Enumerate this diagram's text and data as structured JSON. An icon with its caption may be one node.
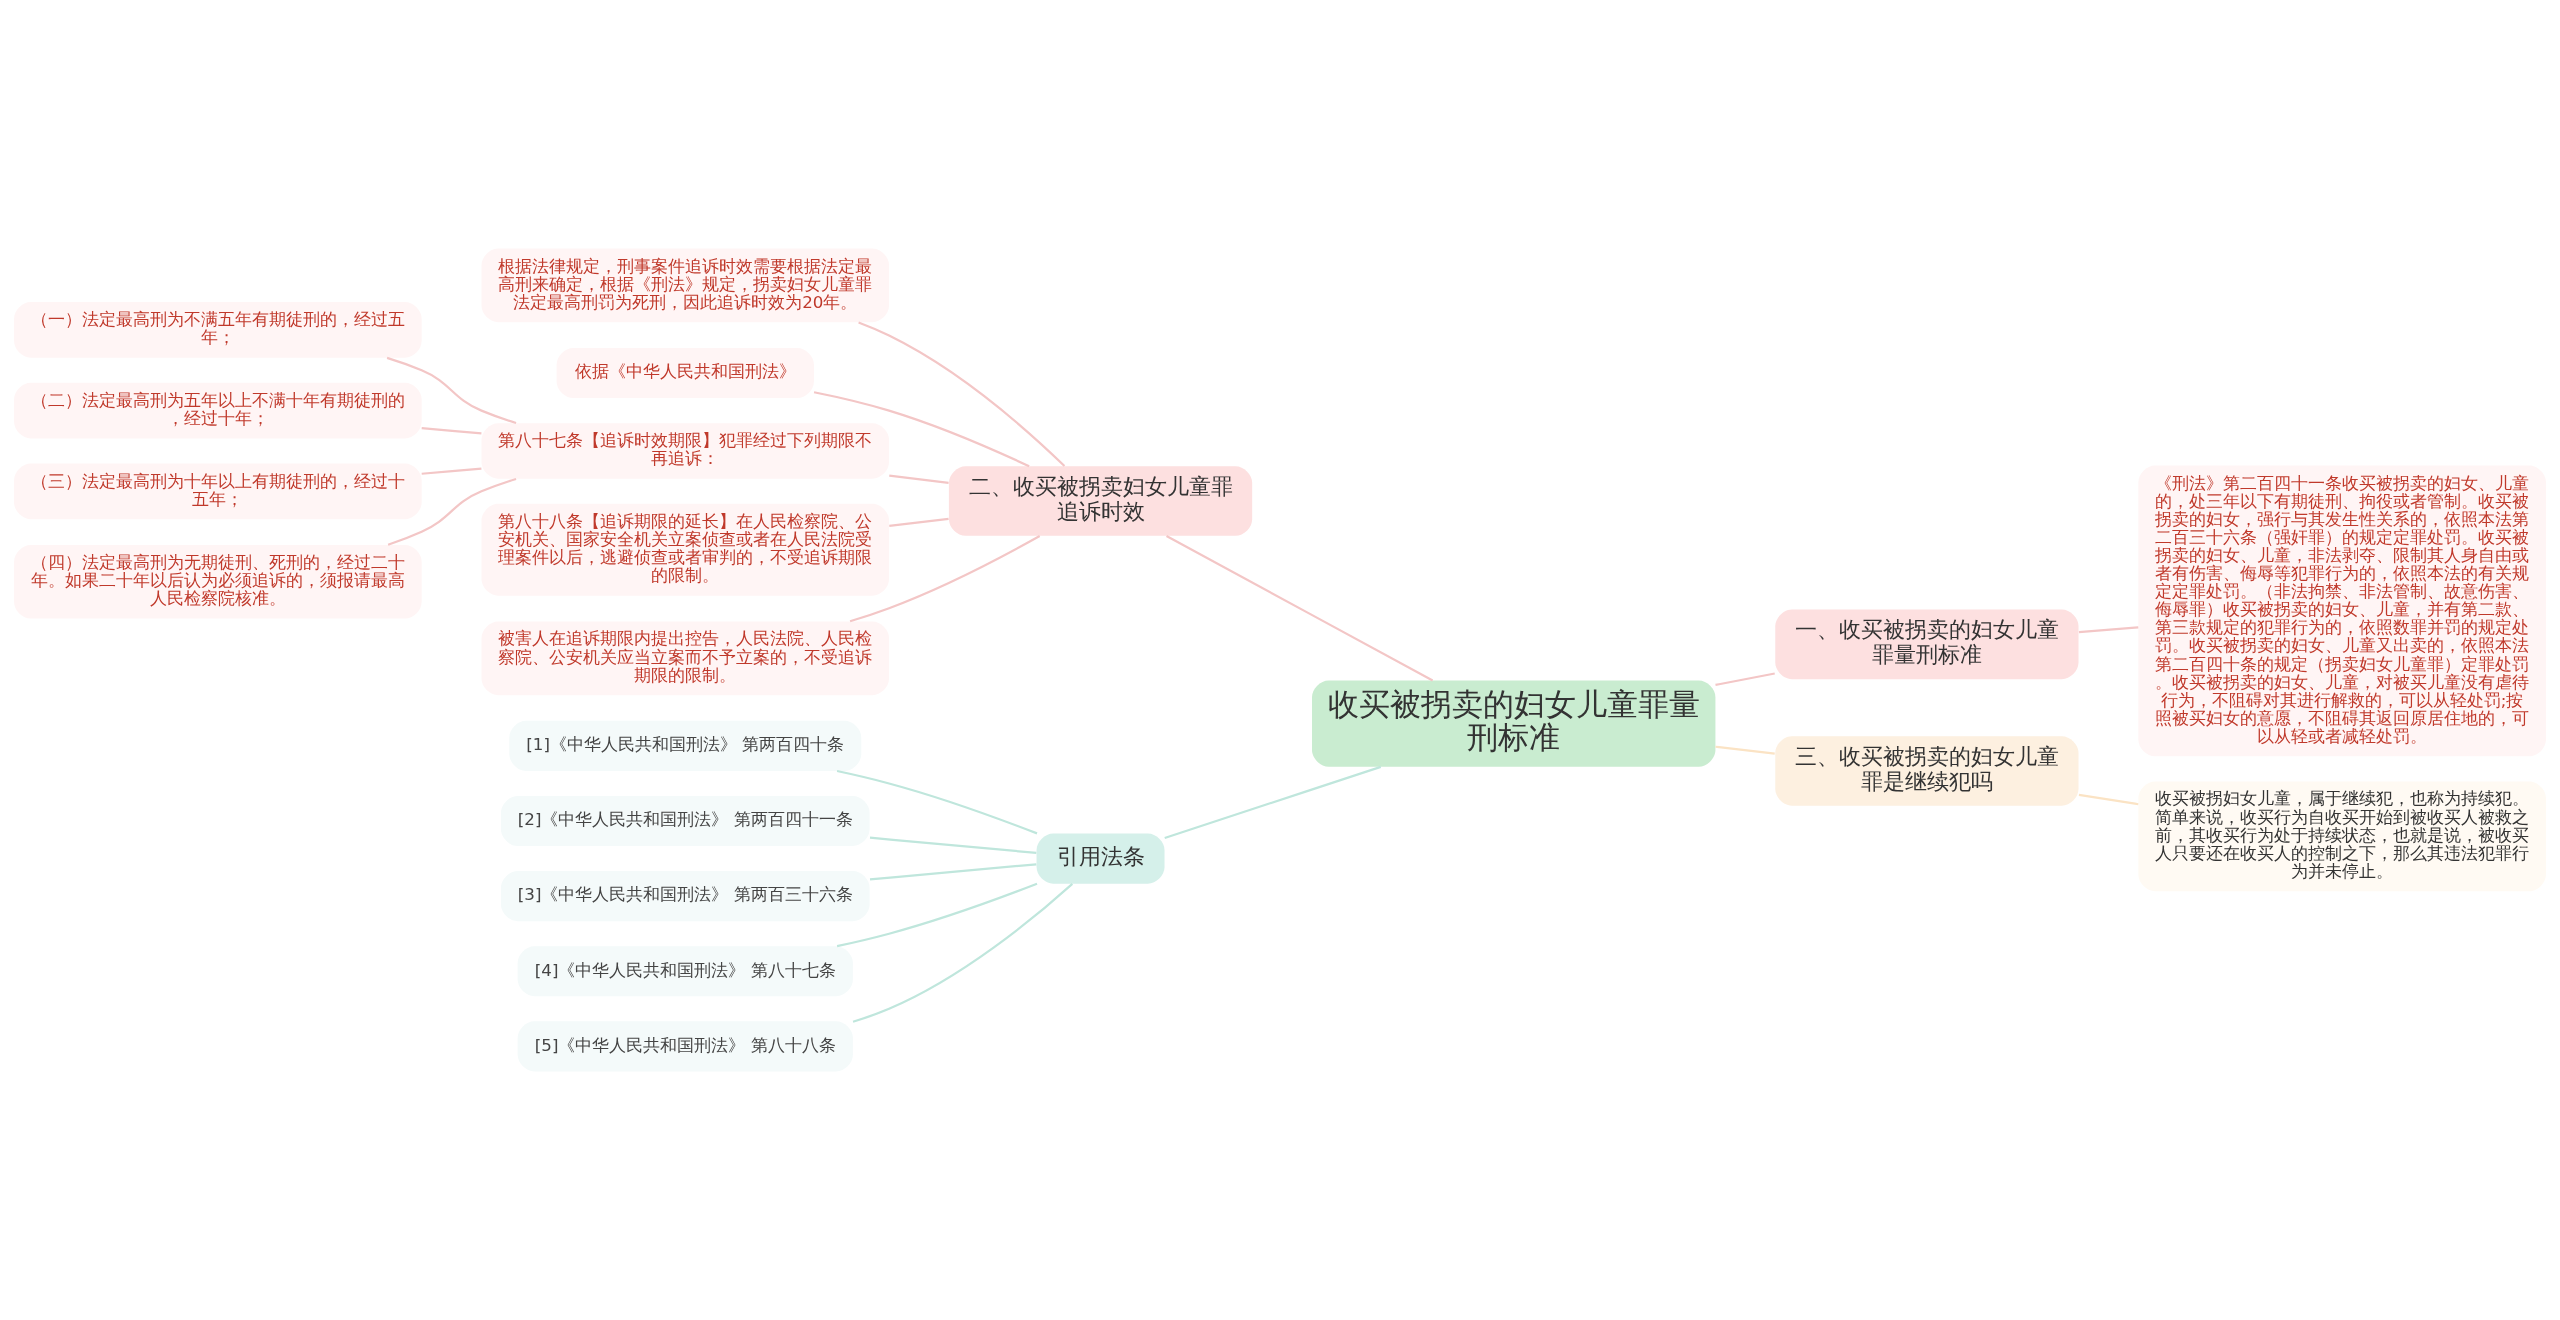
{
  "diagram": {
    "nodes": [
      {
        "text": [
          "收买被拐卖的妇女儿童罪量刑标准"
        ]
      },
      {
        "text": [
          "二、收买被拐卖妇女儿童罪追诉时效"
        ]
      },
      {
        "text": [
          "根据法律规定，刑事案件追诉时效需要根据法定最高刑来确定，根据《刑法》规定，拐卖妇女儿童罪法定最高刑罚为死刑，因此追诉时效为20年。"
        ]
      },
      {
        "text": [
          "依据《中华人民共和国刑法》"
        ]
      },
      {
        "text": [
          "第八十七条【追诉时效期限】犯罪经过下列期限不再追诉："
        ]
      },
      {
        "text": [
          "（一）法定最高刑为不满五年有期徒刑的，经过五年；"
        ]
      },
      {
        "text": [
          "（二）法定最高刑为五年以上不满十年有期徒刑的，经过十年；"
        ]
      },
      {
        "text": [
          "（三）法定最高刑为十年以上有期徒刑的，经过十五年；"
        ]
      },
      {
        "text": [
          "（四）法定最高刑为无期徒刑、死刑的，经过二十年。如果二十年以后认为必须追诉的，须报请最高人民检察院核准。"
        ]
      },
      {
        "text": [
          "第八十八条【追诉期限的延长】在人民检察院、公安机关、国家安全机关立案侦查或者在人民法院受理案件以后，逃避侦查或者审判的，不受追诉期限的限制。"
        ]
      },
      {
        "text": [
          "被害人在追诉期限内提出控告，人民法院、人民检察院、公安机关应当立案而不予立案的，不受追诉期限的限制。"
        ]
      },
      {
        "text": [
          "引用法条"
        ]
      },
      {
        "text": [
          "[1]《中华人民共和国刑法》 第两百四十条"
        ]
      },
      {
        "text": [
          "[2]《中华人民共和国刑法》 第两百四十一条"
        ]
      },
      {
        "text": [
          "[3]《中华人民共和国刑法》 第两百三十六条"
        ]
      },
      {
        "text": [
          "[4]《中华人民共和国刑法》 第八十七条"
        ]
      },
      {
        "text": [
          "[5]《中华人民共和国刑法》 第八十八条"
        ]
      },
      {
        "text": [
          "一、收买被拐卖的妇女儿童罪量刑标准"
        ]
      },
      {
        "text": [
          "《刑法》第二百四十一条收买被拐卖的妇女、儿童的，处三年以下有期徒刑、拘役或者管制。收买被拐卖的妇女，强行与其发生性关系的，依照本法第二百三十六条（强奸罪）的规定定罪处罚。收买被拐卖的妇女、儿童，非法剥夺、限制其人身自由或者有伤害、侮辱等犯罪行为的，依照本法的有关规定定罪处罚。（非法拘禁、非法管制、故意伤害、侮辱罪）收买被拐卖的妇女、儿童，并有第二款、第三款规定的犯罪行为的，依照数罪并罚的规定处罚。收买被拐卖的妇女、儿童又出卖的，依照本法第二百四十条的规定（拐卖妇女儿童罪）定罪处罚。收买被拐卖的妇女、儿童，对被买儿童没有虐待行为，不阻碍对其进行解救的，可以从轻处罚;按照被买妇女的意愿，不阻碍其返回原居住地的，可以从轻或者减轻处罚。"
        ]
      },
      {
        "text": [
          "三、收买被拐卖的妇女儿童罪是继续犯吗"
        ]
      },
      {
        "text": [
          "收买被拐妇女儿童，属于继续犯，也称为持续犯。简单来说，收买行为自收买开始到被收买人被救之前，其收买行为处于持续状态，也就是说，被收买人只要还在收买人的控制之下，那么其违法犯罪行为并未停止。"
        ]
      }
    ],
    "edges": [
      {
        "from": 0,
        "to": 1,
        "arrow": "none"
      },
      {
        "from": 1,
        "to": 2,
        "arrow": "none"
      },
      {
        "from": 1,
        "to": 3,
        "arrow": "none"
      },
      {
        "from": 1,
        "to": 4,
        "arrow": "none"
      },
      {
        "from": 4,
        "to": 5,
        "arrow": "none"
      },
      {
        "from": 4,
        "to": 6,
        "arrow": "none"
      },
      {
        "from": 4,
        "to": 7,
        "arrow": "none"
      },
      {
        "from": 4,
        "to": 8,
        "arrow": "none"
      },
      {
        "from": 1,
        "to": 9,
        "arrow": "none"
      },
      {
        "from": 1,
        "to": 10,
        "arrow": "none"
      },
      {
        "from": 0,
        "to": 11,
        "arrow": "none",
        "color": "#bfe6dc"
      },
      {
        "from": 11,
        "to": 12,
        "arrow": "none",
        "color": "#bfe6dc"
      },
      {
        "from": 11,
        "to": 13,
        "arrow": "none",
        "color": "#bfe6dc"
      },
      {
        "from": 11,
        "to": 14,
        "arrow": "none",
        "color": "#bfe6dc"
      },
      {
        "from": 11,
        "to": 15,
        "arrow": "none",
        "color": "#bfe6dc"
      },
      {
        "from": 11,
        "to": 16,
        "arrow": "none",
        "color": "#bfe6dc"
      },
      {
        "from": 0,
        "to": 17,
        "arrow": "none"
      },
      {
        "from": 17,
        "to": 18,
        "arrow": "none"
      },
      {
        "from": 0,
        "to": 19,
        "arrow": "none",
        "color": "#fbe3c4"
      },
      {
        "from": 19,
        "to": 20,
        "arrow": "none",
        "color": "#fbe3c4"
      }
    ]
  }
}
